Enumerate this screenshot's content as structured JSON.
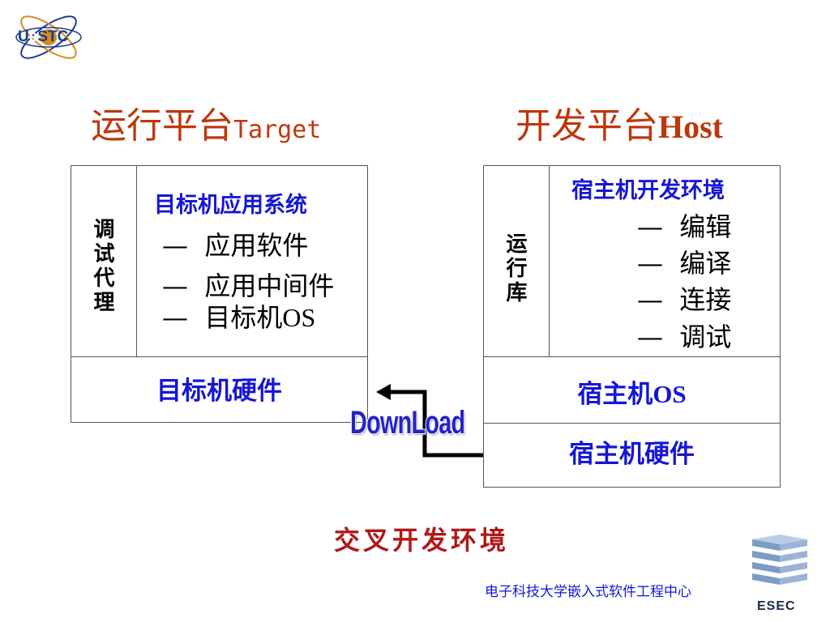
{
  "logo": {
    "text_u": "U",
    "text_e": "e",
    "text_stc": "STC"
  },
  "target": {
    "title_cn": "运行平台",
    "title_en": "Target",
    "side_label": [
      "调",
      "试",
      "代",
      "理"
    ],
    "app_header": "目标机应用系统",
    "items": [
      {
        "dash": "—",
        "text": "应用软件"
      },
      {
        "dash": "—",
        "text": "应用中间件"
      },
      {
        "dash": "—",
        "text": "目标机",
        "suffix": "OS"
      }
    ],
    "hardware": "目标机硬件"
  },
  "host": {
    "title_cn": "开发平台",
    "title_en": "Host",
    "side_label": [
      "运",
      "行",
      "库"
    ],
    "env_header": "宿主机开发环境",
    "items": [
      {
        "dash": "—",
        "text": "编辑"
      },
      {
        "dash": "—",
        "text": "编译"
      },
      {
        "dash": "—",
        "text": "连接"
      },
      {
        "dash": "—",
        "text": "调试"
      }
    ],
    "os_label_cn": "宿主机",
    "os_label_en": "OS",
    "hardware": "宿主机硬件"
  },
  "download_label": "DownLoad",
  "caption": "交叉开发环境",
  "footer": "电子科技大学嵌入式软件工程中心",
  "esec_label": "ESEC",
  "colors": {
    "title": "#c0360c",
    "blue_text": "#1515d8",
    "caption": "#b01818",
    "arrow": "#000000"
  }
}
